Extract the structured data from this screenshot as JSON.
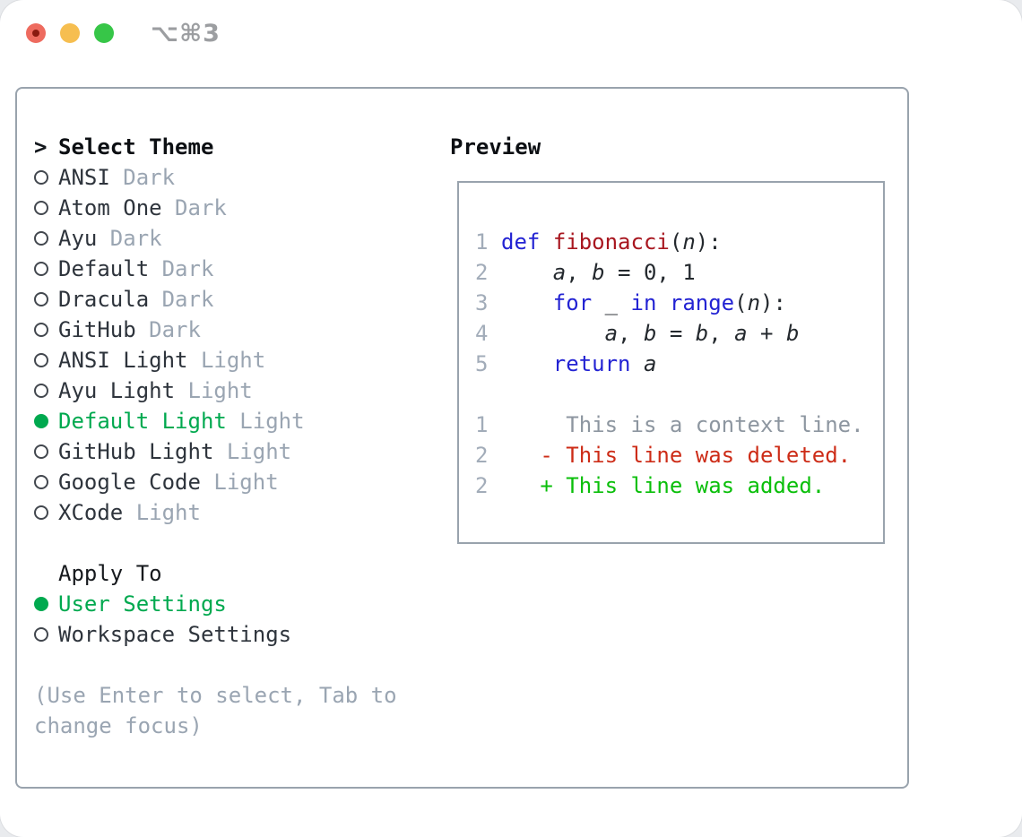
{
  "window": {
    "shortcut": "⌥⌘3"
  },
  "colors": {
    "selection_green": "#00a94f",
    "added_green": "#0abf0a",
    "deleted_red": "#cd2c17",
    "keyword_blue": "#2323d3",
    "function_red": "#a8161f",
    "muted_gray": "#9aa5b2",
    "border_gray": "#99a3ad"
  },
  "theme_picker": {
    "prompt": ">",
    "title": "Select Theme",
    "themes": [
      {
        "name": "ANSI",
        "variant": "Dark",
        "selected": false
      },
      {
        "name": "Atom One",
        "variant": "Dark",
        "selected": false
      },
      {
        "name": "Ayu",
        "variant": "Dark",
        "selected": false
      },
      {
        "name": "Default",
        "variant": "Dark",
        "selected": false
      },
      {
        "name": "Dracula",
        "variant": "Dark",
        "selected": false
      },
      {
        "name": "GitHub",
        "variant": "Dark",
        "selected": false
      },
      {
        "name": "ANSI Light",
        "variant": "Light",
        "selected": false
      },
      {
        "name": "Ayu Light",
        "variant": "Light",
        "selected": false
      },
      {
        "name": "Default Light",
        "variant": "Light",
        "selected": true
      },
      {
        "name": "GitHub Light",
        "variant": "Light",
        "selected": false
      },
      {
        "name": "Google Code",
        "variant": "Light",
        "selected": false
      },
      {
        "name": "XCode",
        "variant": "Light",
        "selected": false
      }
    ],
    "apply_to": {
      "title": "Apply To",
      "options": [
        {
          "name": "User Settings",
          "selected": true
        },
        {
          "name": "Workspace Settings",
          "selected": false
        }
      ]
    },
    "help": [
      "(Use Enter to select, Tab to",
      "change focus)"
    ]
  },
  "preview": {
    "title": "Preview",
    "code_lines": [
      {
        "num": "1",
        "tokens": [
          [
            "kw",
            "def"
          ],
          [
            "pl",
            " "
          ],
          [
            "fn",
            "fibonacci"
          ],
          [
            "pl",
            "("
          ],
          [
            "va",
            "n"
          ],
          [
            "pl",
            "):"
          ]
        ]
      },
      {
        "num": "2",
        "tokens": [
          [
            "pl",
            "    "
          ],
          [
            "va",
            "a"
          ],
          [
            "pl",
            ", "
          ],
          [
            "va",
            "b"
          ],
          [
            "pl",
            " = 0, 1"
          ]
        ]
      },
      {
        "num": "3",
        "tokens": [
          [
            "pl",
            "    "
          ],
          [
            "kw",
            "for"
          ],
          [
            "pl",
            " _ "
          ],
          [
            "kw",
            "in"
          ],
          [
            "pl",
            " "
          ],
          [
            "kw",
            "range"
          ],
          [
            "pl",
            "("
          ],
          [
            "va",
            "n"
          ],
          [
            "pl",
            "):"
          ]
        ]
      },
      {
        "num": "4",
        "tokens": [
          [
            "pl",
            "        "
          ],
          [
            "va",
            "a"
          ],
          [
            "pl",
            ", "
          ],
          [
            "va",
            "b"
          ],
          [
            "pl",
            " = "
          ],
          [
            "va",
            "b"
          ],
          [
            "pl",
            ", "
          ],
          [
            "va",
            "a"
          ],
          [
            "pl",
            " + "
          ],
          [
            "va",
            "b"
          ]
        ]
      },
      {
        "num": "5",
        "tokens": [
          [
            "pl",
            "    "
          ],
          [
            "kw",
            "return"
          ],
          [
            "pl",
            " "
          ],
          [
            "va",
            "a"
          ]
        ]
      },
      {
        "num": "",
        "tokens": []
      },
      {
        "num": "1",
        "tokens": [
          [
            "ctx",
            "     This is a context line."
          ]
        ]
      },
      {
        "num": "2",
        "tokens": [
          [
            "del",
            "   - This line was deleted."
          ]
        ]
      },
      {
        "num": "2",
        "tokens": [
          [
            "add",
            "   + This line was added."
          ]
        ]
      }
    ]
  }
}
